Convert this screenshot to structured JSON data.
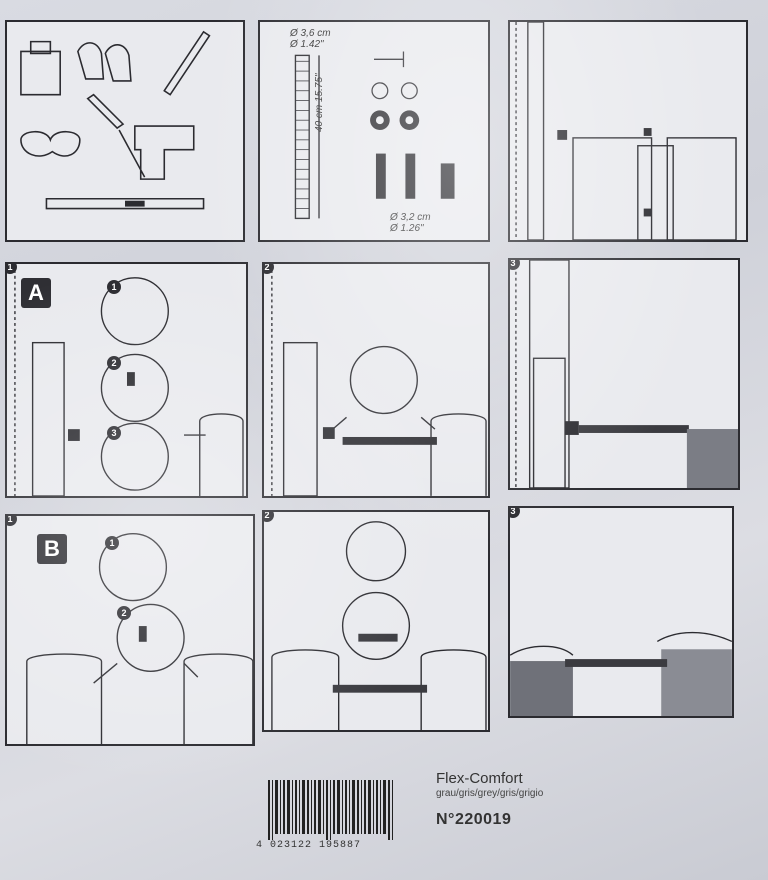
{
  "panels": {
    "tools_dims": {
      "hose_diameter_cm": "Ø 3,6 cm",
      "hose_diameter_in": "Ø 1.42\"",
      "hose_length_cm": "40 cm",
      "hose_length_in": "15.75\"",
      "fitting_diameter_cm": "Ø 3,2 cm",
      "fitting_diameter_in": "Ø 1.26\""
    },
    "row_a": {
      "badge": "A",
      "steps": [
        "1",
        "2",
        "3"
      ],
      "sub_steps": [
        "1",
        "2",
        "3"
      ]
    },
    "row_b": {
      "badge": "B",
      "steps": [
        "1",
        "2",
        "3"
      ],
      "sub_steps": [
        "1",
        "2"
      ]
    }
  },
  "product": {
    "name": "Flex-Comfort",
    "colors": "grau/gris/grey/gris/grigio",
    "number": "N°220019",
    "ean": "4 023122 195887"
  }
}
